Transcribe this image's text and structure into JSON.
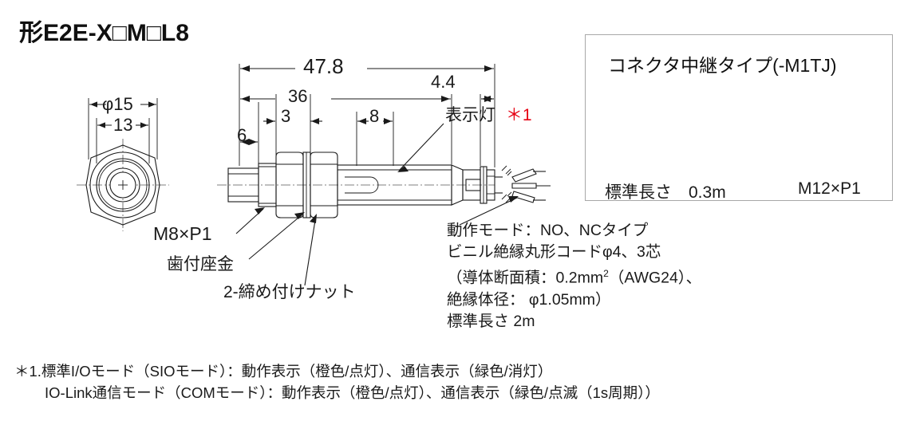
{
  "title": "形E2E-X□M□L8",
  "left_view": {
    "dim_outer": "φ15",
    "dim_inner": "13"
  },
  "main_view": {
    "dims": {
      "total_length": "47.8",
      "body_length": "36",
      "thread_front": "6",
      "nut_span": "3",
      "rear_section": "8",
      "tip_length": "4.4"
    },
    "callouts": {
      "indicator": "表示灯",
      "indicator_note": "＊1",
      "thread": "M8×P1",
      "washer": "歯付座金",
      "nuts": "2-締め付けナット"
    }
  },
  "spec_block": {
    "lines": [
      "動作モード：NO、NCタイプ",
      "ビニル絶縁丸形コードφ4、3芯",
      "（導体断面積：0.2mm2（AWG24）、",
      "絶縁体径： φ1.05mm）",
      "標準長さ 2m"
    ],
    "line3_prefix": "（導体断面積：0.2mm",
    "line3_sup": "2",
    "line3_suffix": "（AWG24）、"
  },
  "inset": {
    "title": "コネクタ中継タイプ(-M1TJ)",
    "label_cable": "標準長さ　0.3m",
    "label_thread": "M12×P1"
  },
  "footnotes": {
    "line1": "＊1.標準I/Oモード（SIOモード）：動作表示（橙色/点灯）、通信表示（緑色/消灯）",
    "line2": "IO-Link通信モード（COMモード）：動作表示（橙色/点灯）、通信表示（緑色/点滅（1s周期））"
  },
  "colors": {
    "line": "#1a1a1a",
    "accent_red": "#e60012",
    "box_border": "#a8a8a8",
    "background": "#ffffff"
  }
}
